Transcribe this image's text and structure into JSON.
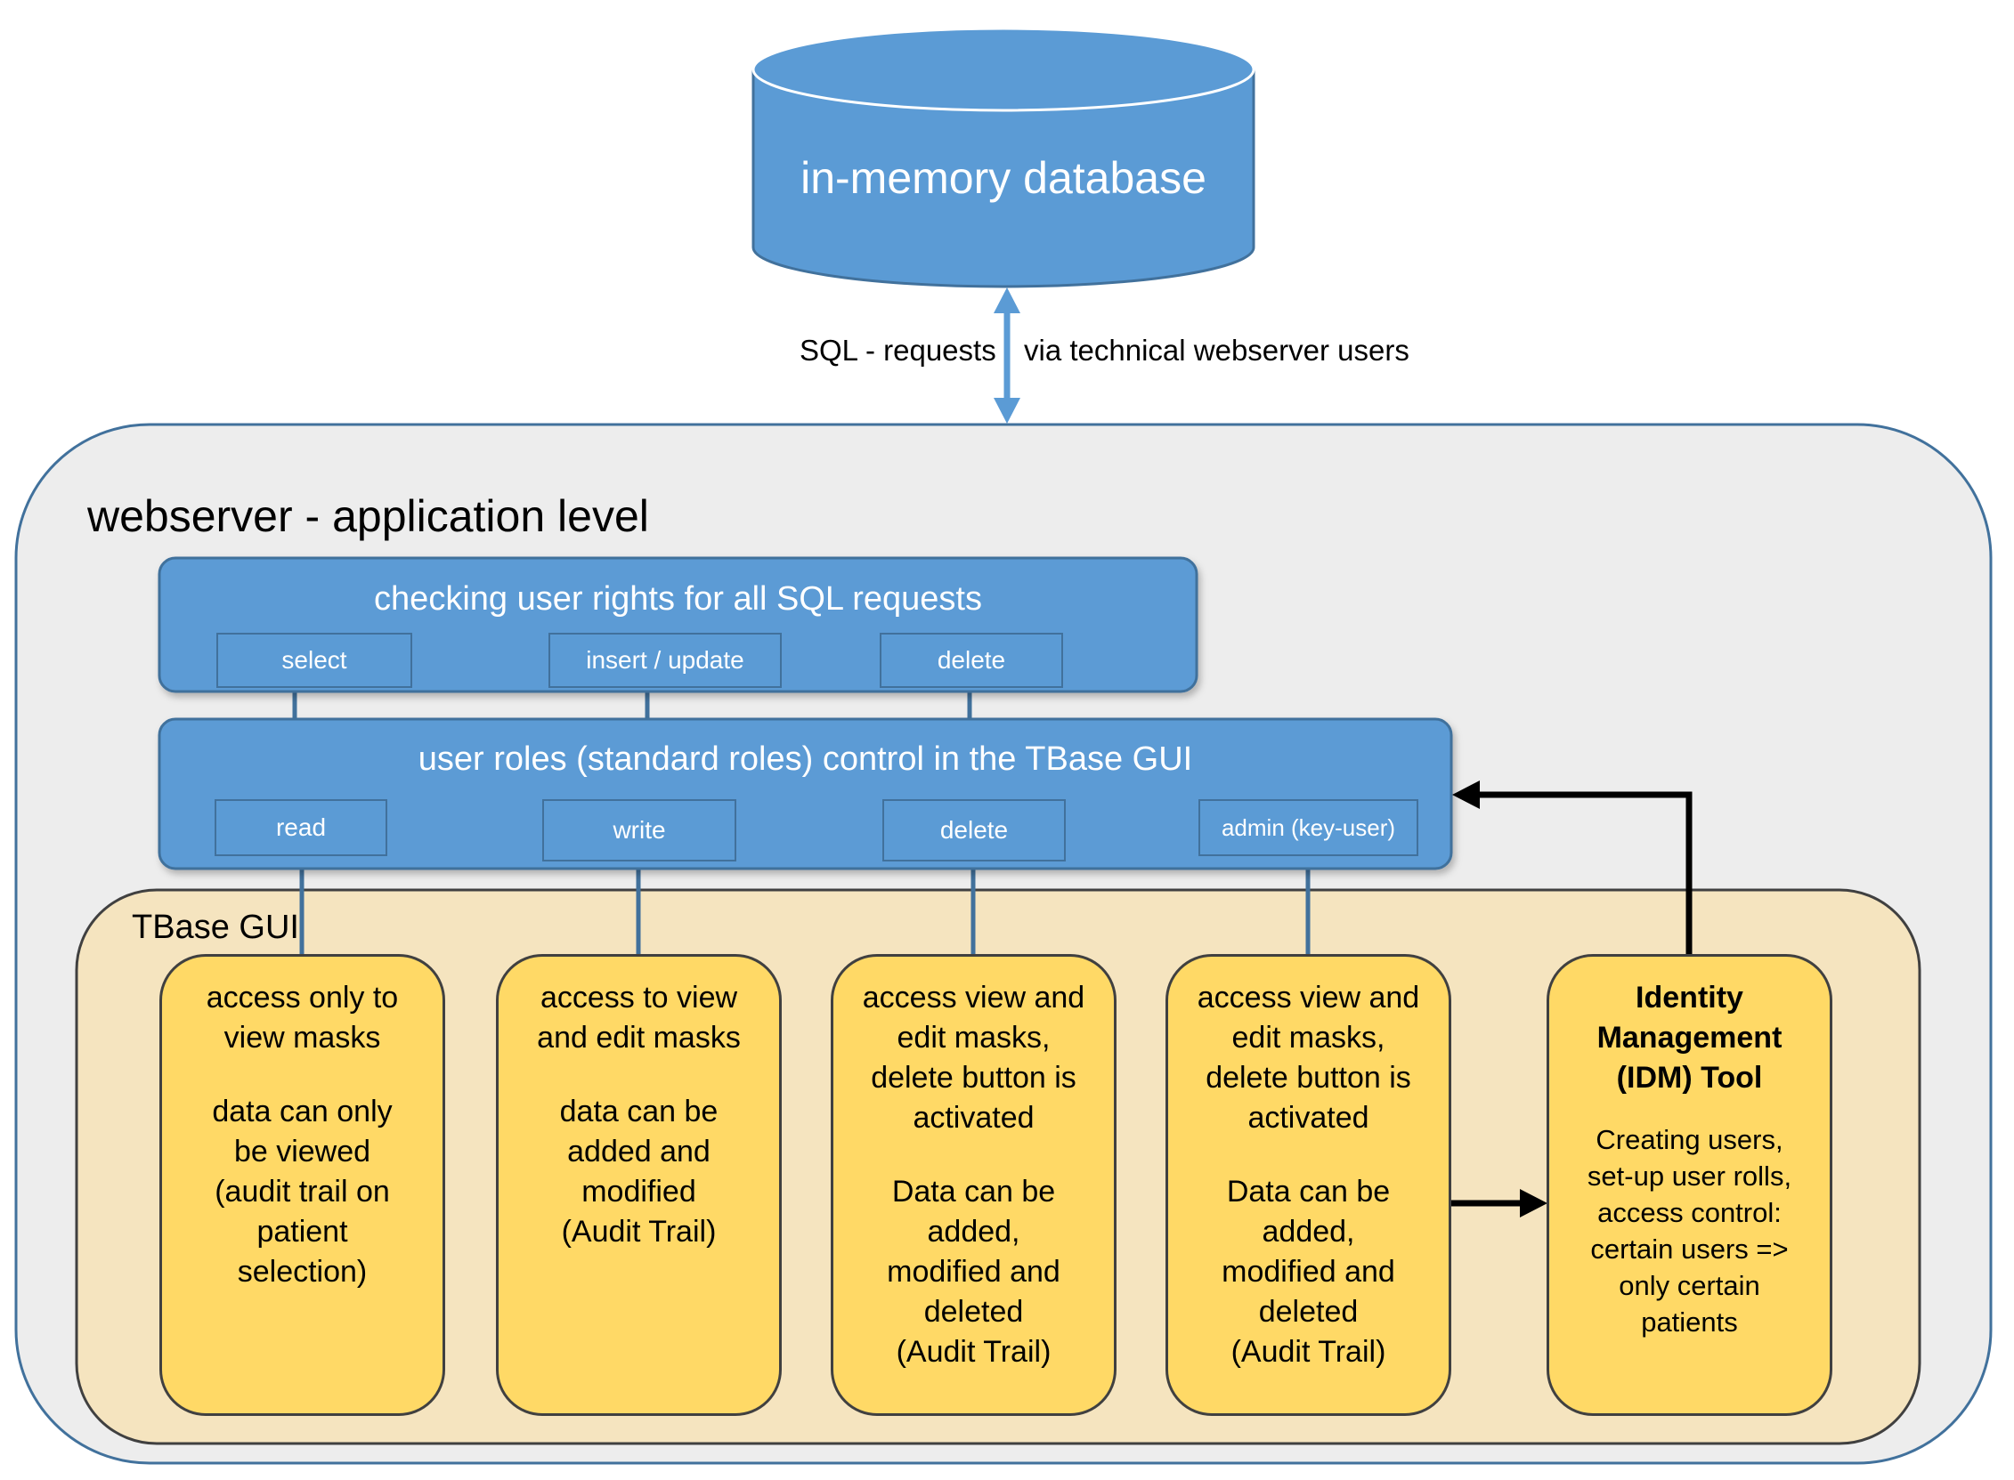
{
  "database": {
    "label": "in-memory database"
  },
  "connection": {
    "left_label": "SQL - requests",
    "right_label": "via technical webserver users"
  },
  "webserver": {
    "title": "webserver - application level"
  },
  "rights_layer": {
    "title": "checking user rights for all SQL requests",
    "cells": [
      "select",
      "insert / update",
      "delete"
    ]
  },
  "roles_layer": {
    "title": "user roles (standard roles) control in the TBase GUI",
    "cells": [
      "read",
      "write",
      "delete",
      "admin (key-user)"
    ]
  },
  "gui": {
    "title": "TBase GUI",
    "cards": [
      {
        "p1": "access only to\nview masks",
        "p2": "data can only\nbe viewed\n(audit trail on\npatient\nselection)"
      },
      {
        "p1": "access to view\nand edit masks",
        "p2": "data can be\nadded and\nmodified\n(Audit Trail)"
      },
      {
        "p1": "access view and\nedit masks,\ndelete button is\nactivated",
        "p2": "Data can be\nadded,\nmodified and\ndeleted\n(Audit Trail)"
      },
      {
        "p1": "access view and\nedit masks,\ndelete button is\nactivated",
        "p2": "Data can be\nadded,\nmodified and\ndeleted\n(Audit Trail)"
      }
    ],
    "idm": {
      "title": "Identity\nManagement\n(IDM) Tool",
      "description": "Creating users,\nset-up user rolls,\naccess control:\ncertain users =>\nonly certain\npatients"
    }
  },
  "colors": {
    "blue": "#5b9bd5",
    "blue_border": "#41719c",
    "yellow": "#ffd966",
    "beige": "#f5e4bf",
    "grey": "#ededed"
  }
}
